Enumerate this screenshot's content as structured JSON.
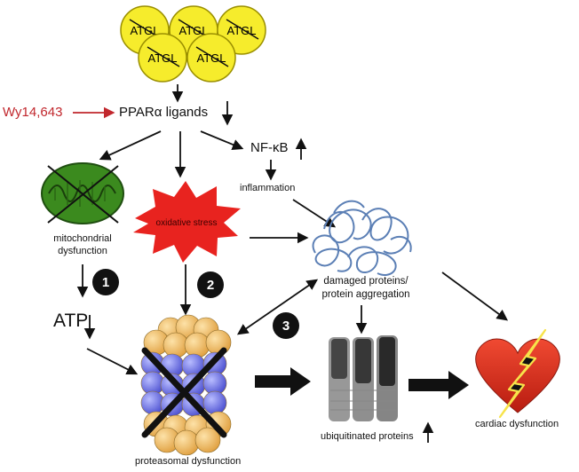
{
  "atgl_label": "ATGL",
  "agonist": "Wy14,643",
  "ppar": "PPARα ligands",
  "nfkb": "NF-κB",
  "inflammation": "inflammation",
  "mito": "mitochondrial\ndysfunction",
  "oxidative": "oxidative stress",
  "damaged": "damaged proteins/\nprotein aggregation",
  "atp": "ATP",
  "proteasome": "proteasomal dysfunction",
  "ubiquitinated": "ubiquitinated proteins",
  "cardiac": "cardiac dysfunction",
  "steps": [
    "1",
    "2",
    "3"
  ],
  "colors": {
    "atgl_fill": "#f6ec2c",
    "atgl_stroke": "#9a8f00",
    "agonist": "#c1272d",
    "mito": "#3b8a1e",
    "star": "#e8231f",
    "aggregate": "#5b7fb5",
    "proteasome_orange": "#f0b75a",
    "proteasome_blue": "#6d6fe0",
    "heart": "#d62f1f",
    "bolt": "#f7e34a"
  }
}
